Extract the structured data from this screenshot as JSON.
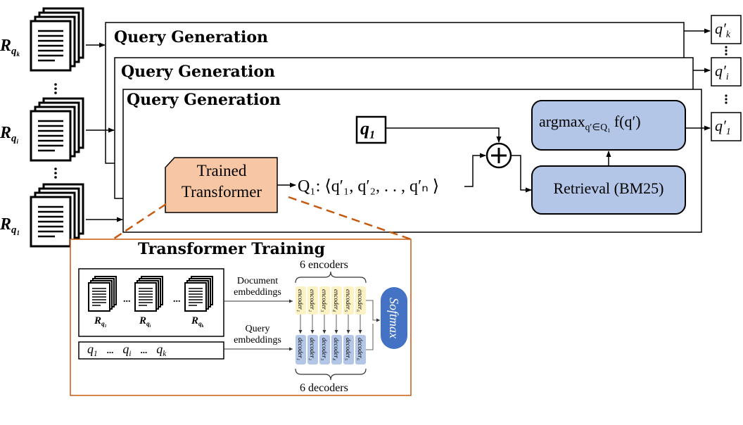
{
  "query_generation": {
    "title": "Query Generation"
  },
  "docs": {
    "top": {
      "base": "R",
      "sub_base": "q",
      "sub_index": "k"
    },
    "middle": {
      "base": "R",
      "sub_base": "q",
      "sub_index": "i"
    },
    "bottom": {
      "base": "R",
      "sub_base": "q",
      "sub_index": "1"
    }
  },
  "outputs": [
    {
      "base": "q′",
      "sub": "k"
    },
    {
      "base": "q′",
      "sub": "i"
    },
    {
      "base": "q′",
      "sub": "1"
    }
  ],
  "pipeline": {
    "trained_transformer_line1": "Trained",
    "trained_transformer_line2": "Transformer",
    "candidates": "Q₁: ⟨q′₁, q′₂, . . , q′ₙ ⟩",
    "q1_base": "q",
    "q1_sub": "1",
    "plus": "+",
    "argmax_text": "argmax",
    "argmax_sub": "q′∈Q",
    "argmax_sub_idx": "1",
    "argmax_func": "f(q′)",
    "retrieval": "Retrieval (BM25)"
  },
  "transformer_training": {
    "title": "Transformer Training",
    "document_embeddings_1": "Document",
    "document_embeddings_2": "embeddings",
    "query_embeddings_1": "Query",
    "query_embeddings_2": "embeddings",
    "encoders_label": "6 encoders",
    "decoders_label": "6 decoders",
    "softmax": "Softmax",
    "doc_labels": [
      {
        "base": "R",
        "sub": "q",
        "idx": "1"
      },
      {
        "base": "R",
        "sub": "q",
        "idx": "i"
      },
      {
        "base": "R",
        "sub": "q",
        "idx": "k"
      }
    ],
    "ellipsis": "...",
    "query_row": [
      "q",
      "...",
      "q",
      "...",
      "q"
    ],
    "query_row_subs": [
      "1",
      "",
      "i",
      "",
      "k"
    ],
    "encoders": [
      "encoder₁",
      "encoder₂",
      "encoder₃",
      "encoder₄",
      "encoder₅",
      "encoder₆"
    ],
    "decoders": [
      "decoder₁",
      "decoder₂",
      "decoder₃",
      "decoder₄",
      "decoder₅",
      "decoder₆"
    ]
  },
  "colors": {
    "transformer_fill": "#f7c6a4",
    "retrieval_fill": "#b3c6e7",
    "encoder_fill": "#fdf2c4",
    "decoder_fill": "#b3c6e7",
    "softmax_fill": "#4472c4",
    "accent_orange": "#c55a11"
  }
}
